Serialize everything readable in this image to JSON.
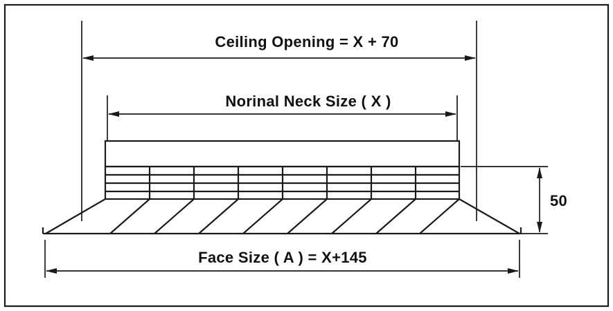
{
  "diagram": {
    "line_color": "#1a1a1a",
    "background": "#ffffff",
    "dimensions": {
      "ceiling_opening": {
        "label": "Ceiling Opening = X + 70"
      },
      "neck_size": {
        "label": "Norinal Neck Size ( X )"
      },
      "height": {
        "label": "50"
      },
      "face_size": {
        "label": "Face Size ( A ) = X+145"
      }
    }
  }
}
